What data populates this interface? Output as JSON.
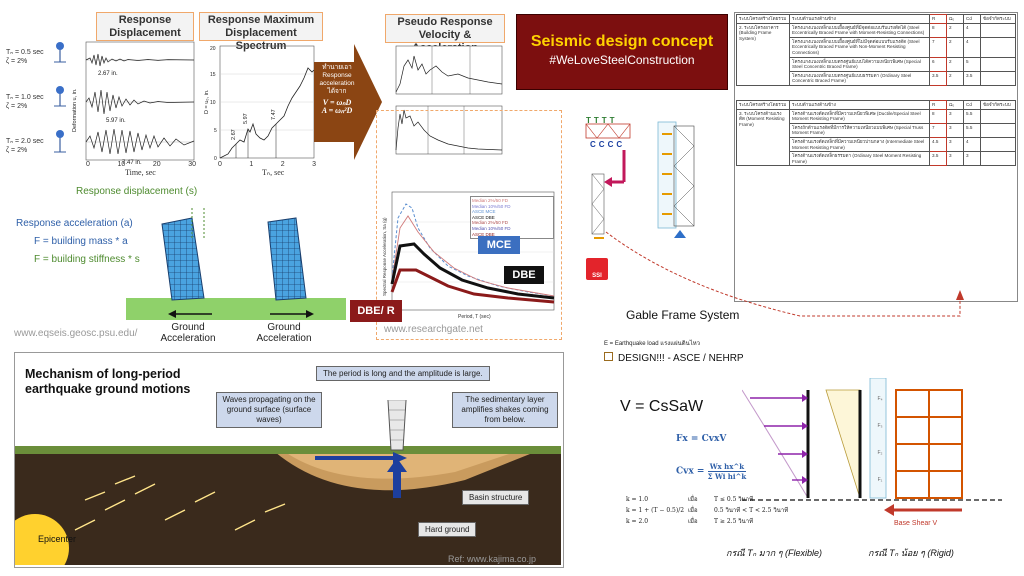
{
  "response": {
    "disp_title": "Response Displacement",
    "spec_title": "Response Maximum Displacement Spectrum",
    "psv_title": "Pseudo Response Velocity & Acceleration Spectrum",
    "periods": [
      {
        "tn": "Tₙ = 0.5 sec",
        "zeta": "ζ = 2%",
        "peak": "2.67 in."
      },
      {
        "tn": "Tₙ = 1.0 sec",
        "zeta": "ζ = 2%",
        "peak": "5.97 in."
      },
      {
        "tn": "Tₙ = 2.0 sec",
        "zeta": "ζ = 2%",
        "peak": "7.47 in."
      }
    ],
    "disp_ylabel": "Deformation u, in.",
    "disp_xlabel": "Time, sec",
    "disp_xticks": [
      "0",
      "10",
      "20",
      "30"
    ],
    "spec_ylabel": "D = u₀, in.",
    "spec_xlabel": "Tₙ, sec",
    "spec_xticks": [
      "0",
      "1",
      "2",
      "3"
    ],
    "spec_yticks": [
      "0",
      "5",
      "10",
      "15",
      "20"
    ],
    "spec_points": [
      "2.67",
      "5.97",
      "7.47"
    ],
    "arrow_text": [
      "ทำนายเอา",
      "Response",
      "acceleration",
      "ได้จาก"
    ],
    "eq_v": "V = ωₙD",
    "eq_a": "A = ωₙ²D"
  },
  "concept": {
    "title": "Seismic design concept",
    "hashtag": "#WeLoveSteelConstruction"
  },
  "building_demo": {
    "resp_disp": "Response displacement (s)",
    "resp_acc": "Response acceleration (a)",
    "f_mass": "F = building mass * a",
    "f_stiff": "F = building stiffness * s",
    "ground_acc": "Ground Acceleration",
    "source": "www.eqseis.geosc.psu.edu/"
  },
  "spectrum": {
    "mce": "MCE",
    "dbe": "DBE",
    "dber": "DBE/ R",
    "source": "www.researchgate.net",
    "ylabel": "Spectral Response Acceleration, Sa (g)",
    "xlabel": "Period, T (sec)",
    "legend": [
      "Median  2%/50 FD",
      "Median  10%/50 FD",
      "ASCE  MCE",
      "ASCE  DBE",
      "Median  2%/50 FD",
      "Median  10%/50 FD",
      "ASCE  DBE"
    ]
  },
  "gable": {
    "label": "Gable Frame System",
    "ssi": "SSI",
    "letters_t": [
      "T",
      "T",
      "T",
      "T"
    ],
    "letters_c": [
      "C",
      "C",
      "C",
      "C"
    ]
  },
  "tables": {
    "t1_head": [
      "ระบบโครงสร้างโดยรวม",
      "ระบบต้านแรงด้านข้าง",
      "R",
      "Ω₀",
      "Cd",
      "ข้อจำกัดระบบ"
    ],
    "t1_group": "2. ระบบโครงอาคาร (Building Frame System)",
    "t1_rows": [
      {
        "desc": "โครงแกงแนงเหล็กแบบเยื้องศูนย์ที่มีจุดต่อแบบรับแรงดัดได้ (Steel Eccentrically Braced Frame with Moment-Resisting Connections)",
        "r": "8",
        "o": "2",
        "cd": "4"
      },
      {
        "desc": "โครงแกงแนงเหล็กแบบเยื้องศูนย์ที่ไม่มีจุดต่อแบบรับแรงดัด (Steel Eccentrically Braced Frame with Non-Moment Resisting Connections)",
        "r": "7",
        "o": "2",
        "cd": "4"
      },
      {
        "desc": "โครงแกงแนงเหล็กแบบตรงศูนย์แบบได้ความเหนียวพิเศษ (Special Steel Concentric Braced Frame)",
        "r": "6",
        "o": "2",
        "cd": "5"
      },
      {
        "desc": "โครงแกงแนงเหล็กแบบตรงศูนย์แบบธรรมดา (Ordinary Steel Concentric Braced Frame)",
        "r": "3.5",
        "o": "2",
        "cd": "3.5"
      }
    ],
    "t2_head": [
      "ระบบโครงสร้างโดยรวม",
      "ระบบต้านแรงด้านข้าง",
      "R",
      "Ω₀",
      "Cd",
      "ข้อจำกัดระบบ"
    ],
    "t2_group": "3. ระบบโครงต้านแรงดัด (Moment Resisting Frame)",
    "t2_rows": [
      {
        "desc": "โครงต้านแรงดัดเหล็กที่มีความเหนียวพิเศษ (Ductile/Special Steel Moment Resisting Frame)",
        "r": "8",
        "o": "3",
        "cd": "5.5"
      },
      {
        "desc": "โครงถักต้านแรงดัดที่มีการให้ความเหนียวแบบพิเศษ (Special Truss Moment Frame)",
        "r": "7",
        "o": "3",
        "cd": "5.5"
      },
      {
        "desc": "โครงต้านแรงดัดเหล็กที่มีความเหนียวปานกลาง (Intermediate Steel Moment Resisting Frame)",
        "r": "4.5",
        "o": "3",
        "cd": "4"
      },
      {
        "desc": "โครงต้านแรงดัดเหล็กธรรมดา (Ordinary Steel Moment Resisting Frame)",
        "r": "3.5",
        "o": "3",
        "cd": "3"
      }
    ]
  },
  "mechanism": {
    "title_line1": "Mechanism of long-period",
    "title_line2": "earthquake ground motions",
    "period_note": "The period is long and the amplitude is large.",
    "waves": "Waves propagating on the ground surface (surface waves)",
    "sediment": "The sedimentary layer amplifies shakes coming from below.",
    "basin": "Basin structure",
    "hard": "Hard ground",
    "epicenter": "Epicenter",
    "ref": "Ref: www.kajima.co.jp"
  },
  "design": {
    "eq_note": "E = Earthquake load แรงแผ่นดินไหว",
    "heading": "DESIGN!!! - ASCE / NEHRP",
    "base_formula": "V = CsSaW",
    "fx": "Fx  = CvxV",
    "cvx_left": "Cvx =",
    "cvx_num": "Wx hx^k",
    "cvx_den": "Σ Wi hi^k",
    "k_rules": [
      {
        "k": "k = 1.0",
        "when": "เมื่อ",
        "cond": "T ≤ 0.5 วินาที"
      },
      {
        "k": "k = 1 + (T − 0.5)/2",
        "when": "เมื่อ",
        "cond": "0.5 วินาที < T < 2.5 วินาที"
      },
      {
        "k": "k = 2.0",
        "when": "เมื่อ",
        "cond": "T ≥ 2.5 วินาที"
      }
    ],
    "floor_forces": [
      "F₄",
      "F₃",
      "F₂",
      "F₁"
    ],
    "base_shear": "Base Shear V",
    "flex_case": "กรณี Tₙ มาก ๆ (Flexible)",
    "rigid_case": "กรณี Tₙ น้อย ๆ (Rigid)"
  },
  "colors": {
    "concept_bg": "#7c0f0f",
    "concept_title": "#ffd200",
    "arrow": "#8b4513",
    "mce_box": "#3b6fc0",
    "dber_box": "#8b1a1a",
    "mech_bg": "#3a2a1c"
  }
}
